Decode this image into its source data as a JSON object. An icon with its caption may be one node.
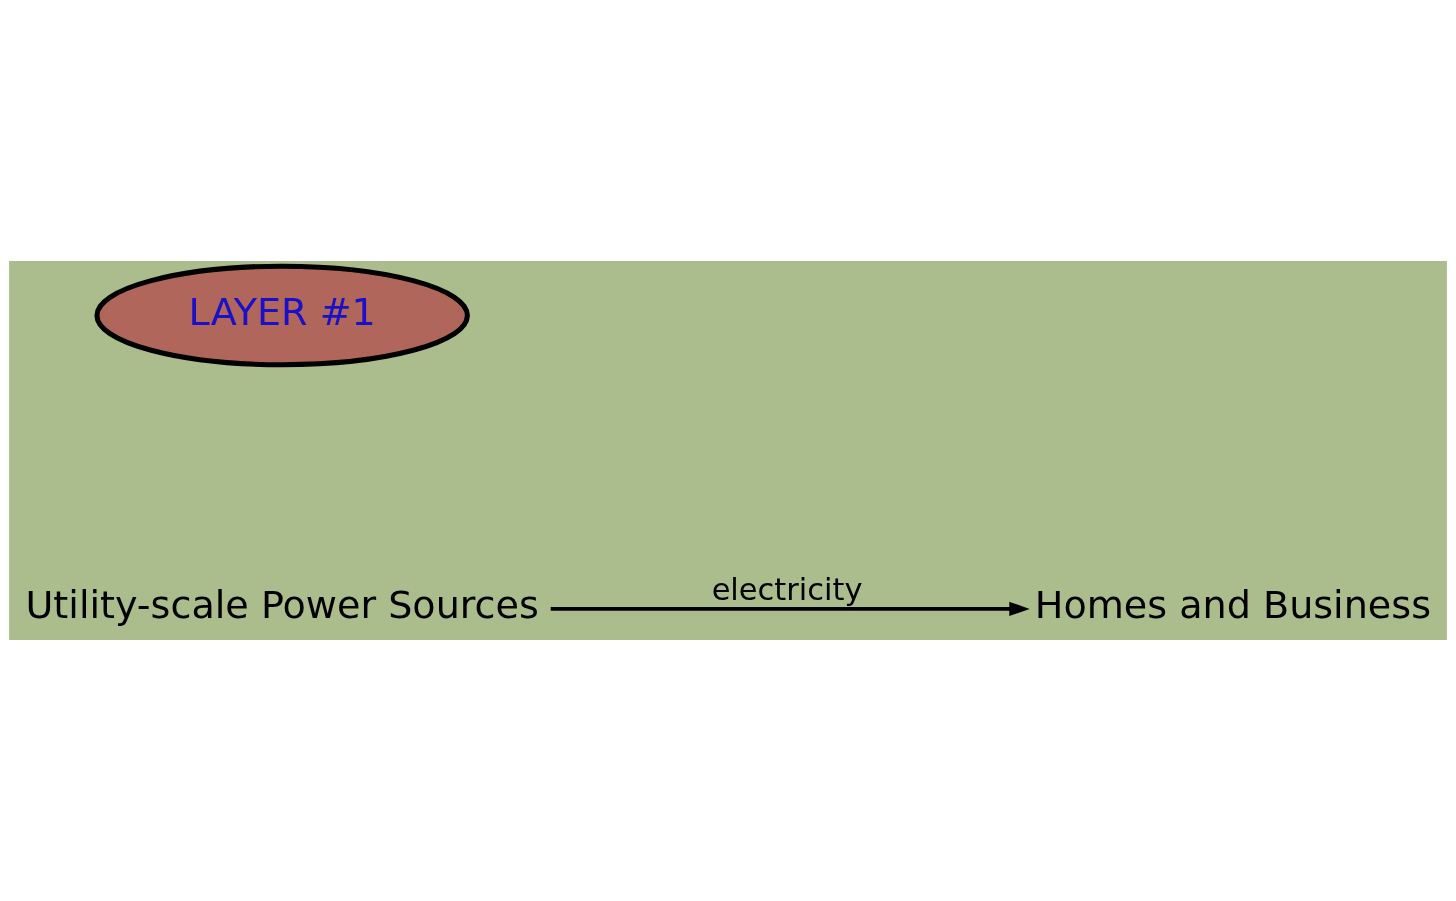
{
  "diagram": {
    "nodes": [
      {
        "text": [
          "LAYER #1"
        ]
      },
      {
        "text": [
          "Utility-scale Power Sources"
        ]
      },
      {
        "text": [
          "Homes and Business"
        ]
      }
    ],
    "edges": [
      {
        "from": 1,
        "to": 2,
        "arrow": "to",
        "label": "electricity"
      }
    ]
  }
}
